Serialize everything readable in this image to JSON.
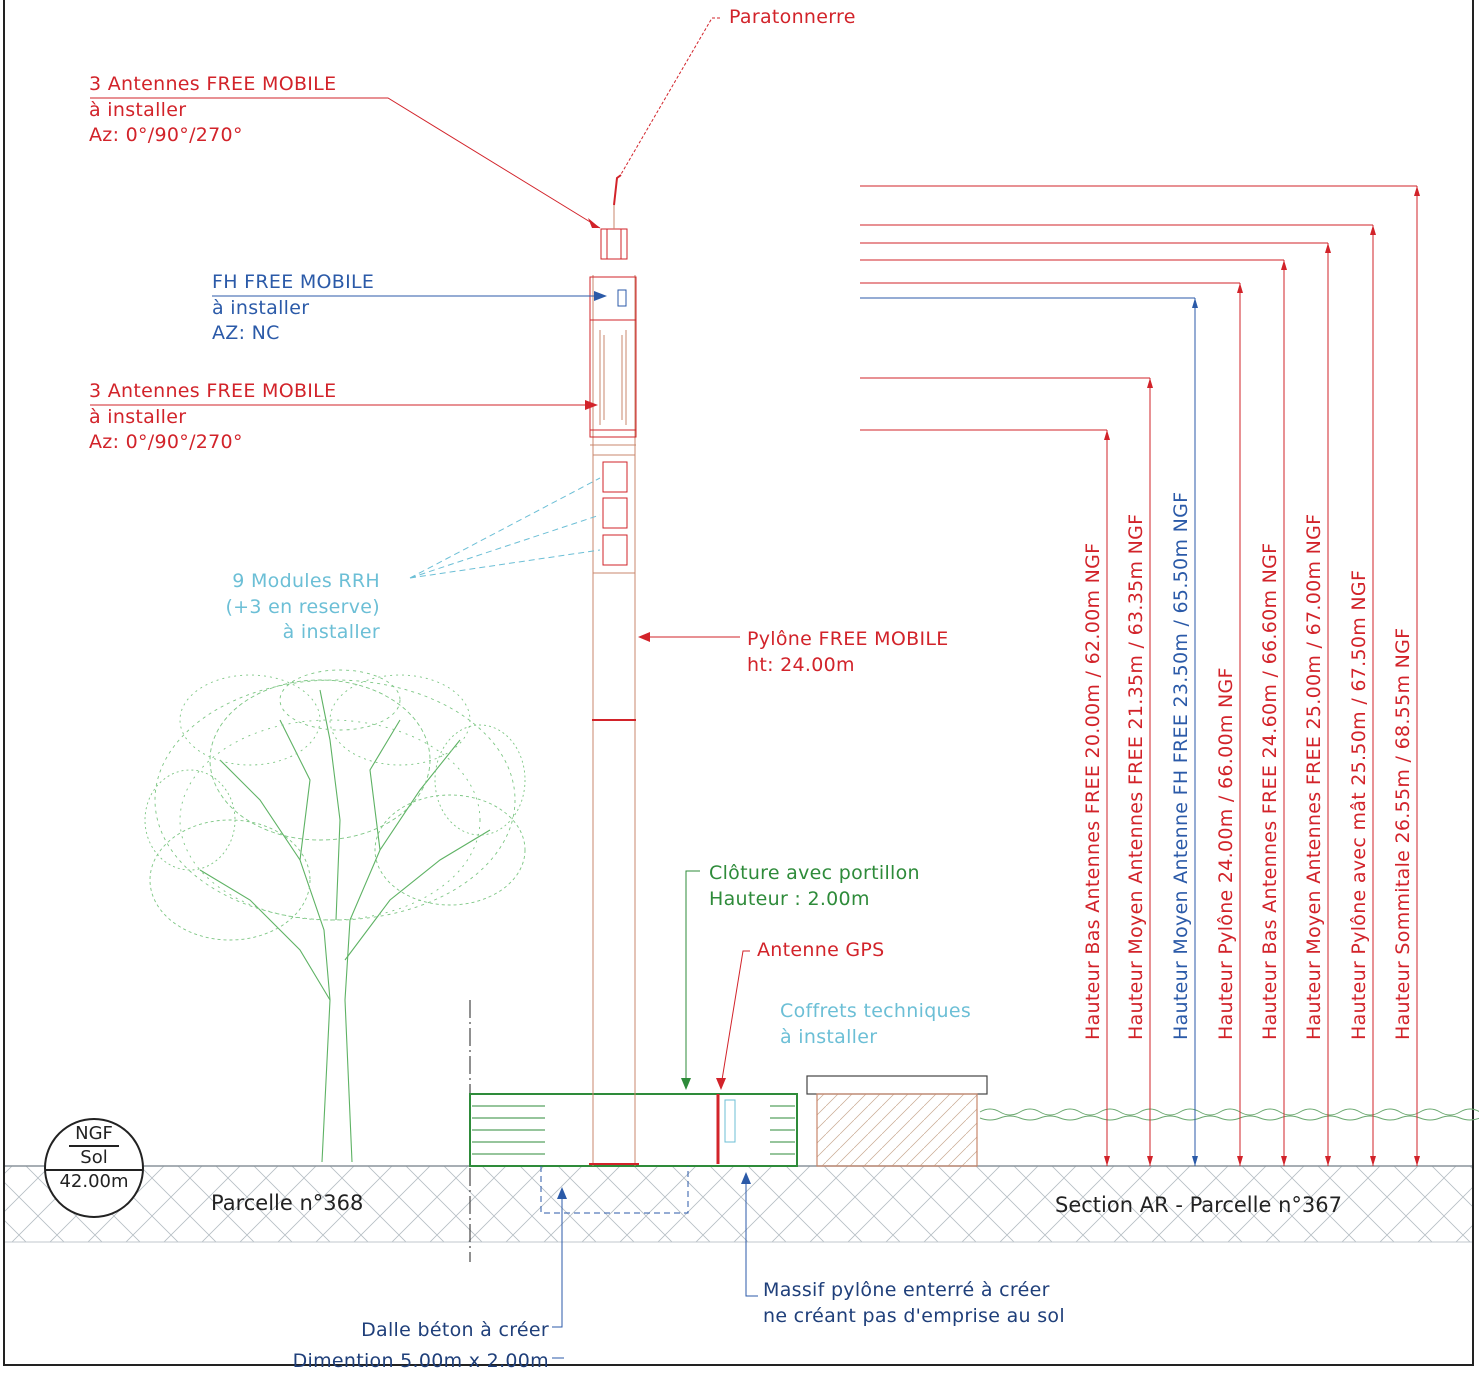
{
  "labels": {
    "paratonnerre": "Paratonnerre",
    "antennas_top": [
      "3 Antennes FREE MOBILE",
      "à installer",
      "Az: 0°/90°/270°"
    ],
    "fh": [
      "FH FREE MOBILE",
      "à installer",
      "AZ: NC"
    ],
    "antennas_mid": [
      "3 Antennes FREE MOBILE",
      "à installer",
      "Az: 0°/90°/270°"
    ],
    "rrh": [
      "9 Modules RRH",
      "(+3 en reserve)",
      "à installer"
    ],
    "pylone": [
      "Pylône FREE MOBILE",
      "ht: 24.00m"
    ],
    "cloture": [
      "Clôture avec portillon",
      "Hauteur : 2.00m"
    ],
    "gps": "Antenne GPS",
    "coffrets": [
      "Coffrets techniques",
      "à installer"
    ],
    "massif": [
      "Massif pylône enterré à créer",
      "ne créant pas d'emprise au sol"
    ],
    "dalle": [
      "Dalle béton à créer",
      "Dimention 5.00m x 2.00m"
    ]
  },
  "ngf": {
    "line1": "NGF",
    "line2": "Sol",
    "value": "42.00m"
  },
  "parcels": {
    "left": "Parcelle n°368",
    "right": "Section AR - Parcelle n°367"
  },
  "heights": [
    {
      "text": "Hauteur Bas Antennes FREE  20.00m / 62.00m NGF",
      "color": "#d2232a"
    },
    {
      "text": "Hauteur Moyen Antennes FREE  21.35m / 63.35m NGF",
      "color": "#d2232a"
    },
    {
      "text": "Hauteur Moyen Antenne FH FREE  23.50m / 65.50m NGF",
      "color": "#2b5aa8"
    },
    {
      "text": "Hauteur Pylône 24.00m / 66.00m NGF",
      "color": "#d2232a"
    },
    {
      "text": "Hauteur Bas Antennes FREE  24.60m / 66.60m NGF",
      "color": "#d2232a"
    },
    {
      "text": "Hauteur Moyen Antennes FREE  25.00m / 67.00m NGF",
      "color": "#d2232a"
    },
    {
      "text": "Hauteur Pylône avec mât 25.50m / 67.50m NGF",
      "color": "#d2232a"
    },
    {
      "text": "Hauteur Sommitale 26.55m / 68.55m NGF",
      "color": "#d2232a"
    }
  ],
  "colors": {
    "red": "#d2232a",
    "blue": "#2b5aa8",
    "cyan": "#6cbfd6",
    "green": "#2e8b3a",
    "ground": "#9aa4ab"
  }
}
